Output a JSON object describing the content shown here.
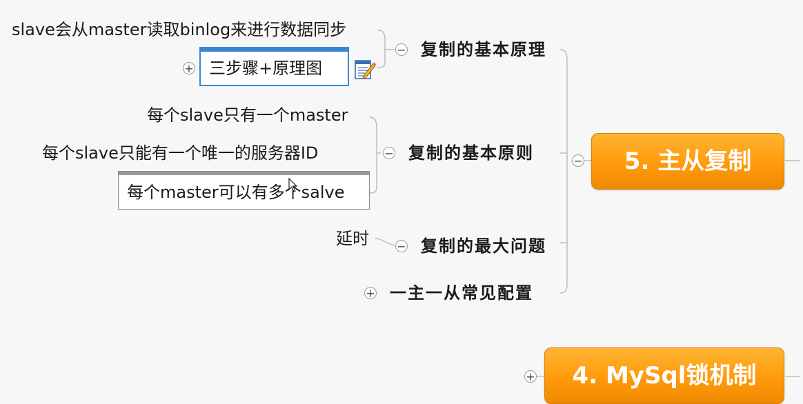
{
  "central_topics": {
    "main": "5. 主从复制",
    "next": "4. MySql锁机制"
  },
  "topics": {
    "principle": "复制的基本原理",
    "rules": "复制的基本原则",
    "problem": "复制的最大问题",
    "config": "一主一从常见配置"
  },
  "details": {
    "principle_text": "slave会从master读取binlog来进行数据同步",
    "principle_box": "三步骤+原理图",
    "rule_1": "每个slave只有一个master",
    "rule_2": "每个slave只能有一个唯一的服务器ID",
    "rule_3": "每个master可以有多个salve",
    "problem_text": "延时"
  },
  "toggles": {
    "collapse": "−",
    "expand": "+"
  },
  "colors": {
    "central_orange": "#ff9a0c",
    "connector": "#bdbdbd",
    "selected_border": "#3a86d4",
    "background": "#f7f7f7"
  }
}
